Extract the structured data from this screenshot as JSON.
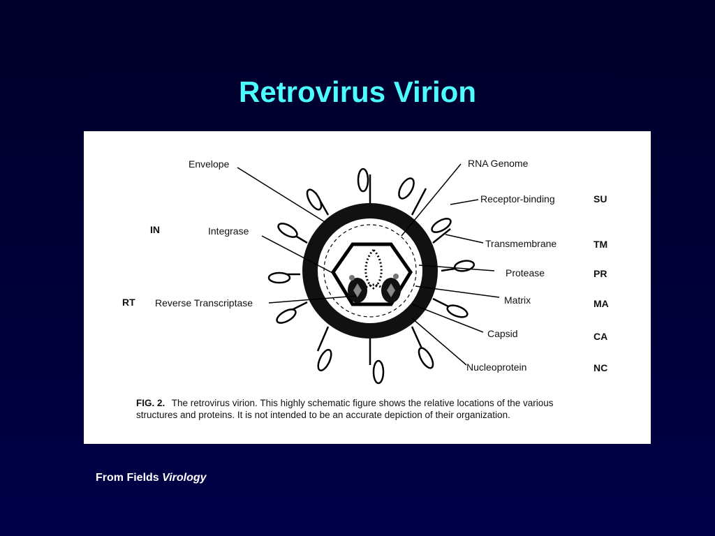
{
  "slide": {
    "title": "Retrovirus Virion"
  },
  "figure": {
    "labels_left": {
      "envelope": "Envelope",
      "integrase": "Integrase",
      "reverse_transcriptase": "Reverse Transcriptase"
    },
    "labels_right": {
      "rna_genome": "RNA Genome",
      "receptor_binding": "Receptor-binding",
      "transmembrane": "Transmembrane",
      "protease": "Protease",
      "matrix": "Matrix",
      "capsid": "Capsid",
      "nucleoprotein": "Nucleoprotein"
    },
    "abbreviations_left": {
      "in": "IN",
      "rt": "RT"
    },
    "abbreviations_right": {
      "su": "SU",
      "tm": "TM",
      "pr": "PR",
      "ma": "MA",
      "ca": "CA",
      "nc": "NC"
    },
    "caption": {
      "prefix": "FIG. 2.",
      "line1": "The retrovirus virion. This highly schematic figure shows the relative locations of the various",
      "line2": "structures and proteins. It is not intended to be an accurate depiction of their organization."
    }
  },
  "credit": {
    "prefix": "From Fields",
    "book": "Virology"
  }
}
